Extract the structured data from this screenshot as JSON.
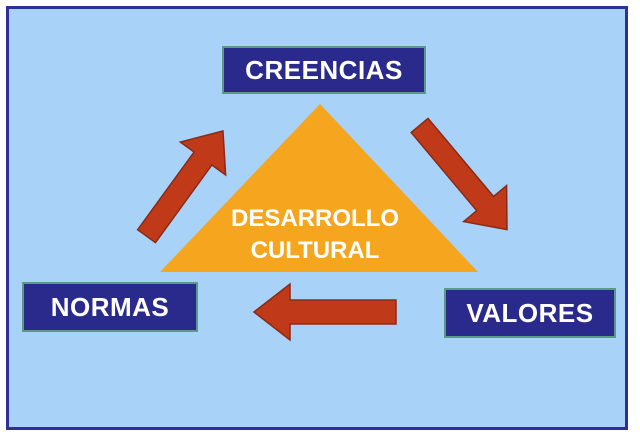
{
  "diagram": {
    "top_label": "CREENCIAS",
    "left_label": "NORMAS",
    "right_label": "VALORES",
    "center_line1": "DESARROLLO",
    "center_line2": "CULTURAL"
  },
  "colors": {
    "background": "#a8d2f8",
    "frame_border": "#2f2f9a",
    "label_box": "#2a2a8c",
    "triangle": "#f5a51e",
    "arrow": "#c03a1a"
  },
  "icons": {
    "arrow_top_to_right": "arrow-down-right-icon",
    "arrow_right_to_left": "arrow-left-icon",
    "arrow_left_to_top": "arrow-up-right-icon"
  }
}
